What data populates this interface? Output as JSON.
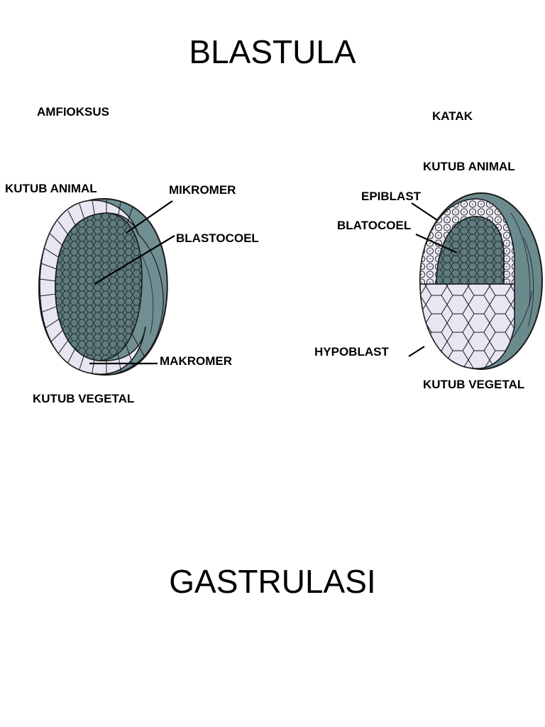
{
  "titles": {
    "top": "BLASTULA",
    "bottom": "GASTRULASI"
  },
  "amfioksus": {
    "organism": "AMFIOKSUS",
    "animal_pole": "KUTUB ANIMAL",
    "vegetal_pole": "KUTUB VEGETAL",
    "micromere": "MIKROMER",
    "blastocoel": "BLASTOCOEL",
    "macromere": "MAKROMER"
  },
  "katak": {
    "organism": "KATAK",
    "animal_pole": "KUTUB ANIMAL",
    "vegetal_pole": "KUTUB VEGETAL",
    "epiblast": "EPIBLAST",
    "blastocoel": "BLATOCOEL",
    "hypoblast": "HYPOBLAST"
  },
  "colors": {
    "cavity": "#5e7b7f",
    "cell_light": "#e8e6f2",
    "outline": "#1a1a1a"
  }
}
